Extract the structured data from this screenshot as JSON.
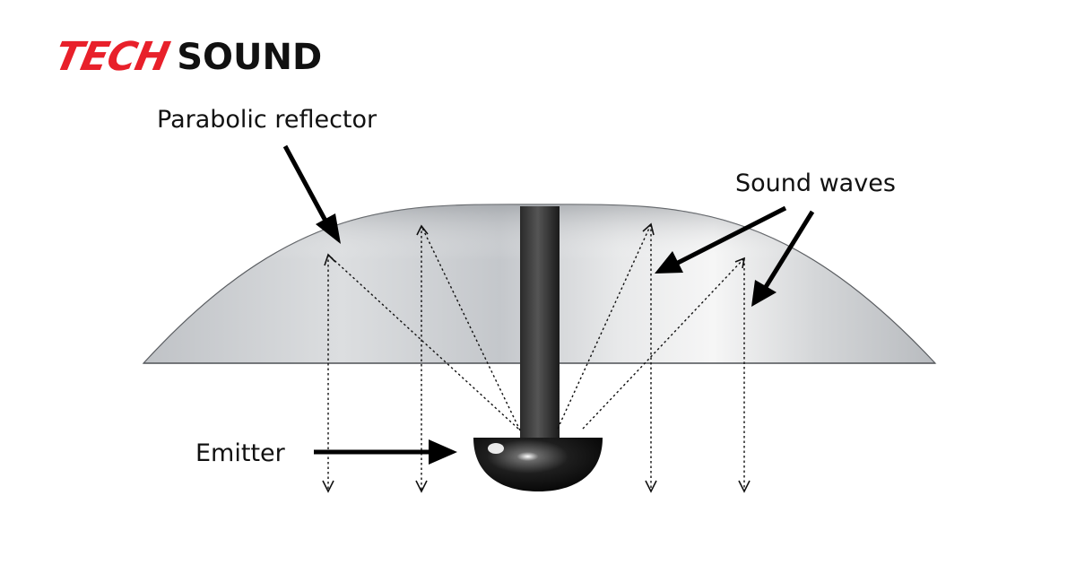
{
  "logo": {
    "part1": "TECH",
    "part2": "SOUND",
    "colors": {
      "part1": "#e8202a",
      "part2": "#111111"
    }
  },
  "labels": {
    "reflector": "Parabolic reflector",
    "sound_waves": "Sound waves",
    "emitter": "Emitter"
  },
  "colors": {
    "reflector_fill": "#c9ccd0",
    "emitter": "#141414",
    "arrows": "#000000"
  }
}
